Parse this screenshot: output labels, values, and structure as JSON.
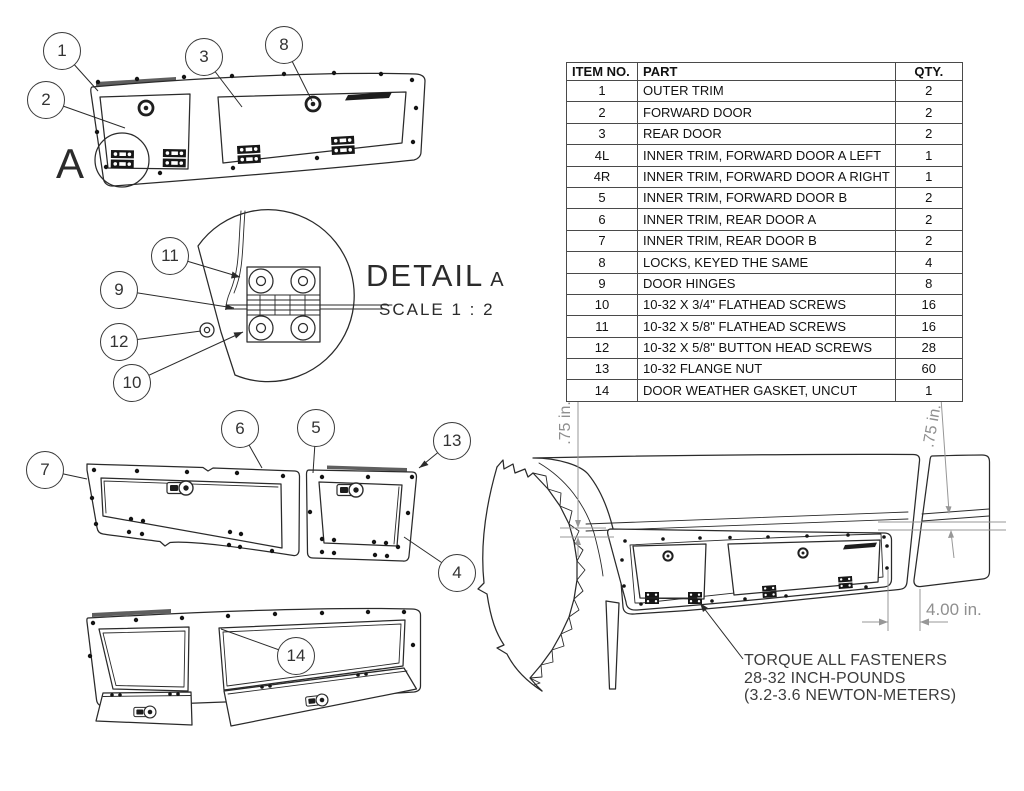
{
  "page": {
    "background": "#ffffff"
  },
  "drawing": {
    "section_label": "A",
    "detail_view": {
      "title": "DETAIL",
      "view_ref": "A",
      "scale_note": "SCALE 1 : 2"
    },
    "callouts": {
      "c1": "1",
      "c2": "2",
      "c3": "3",
      "c4": "4",
      "c5": "5",
      "c6": "6",
      "c7": "7",
      "c8": "8",
      "c9": "9",
      "c10": "10",
      "c11": "11",
      "c12": "12",
      "c13": "13",
      "c14": "14"
    },
    "dimensions": {
      "left_offset": ".75 in.",
      "right_offset": ".75 in.",
      "bottom_gap": "4.00 in."
    },
    "torque_note": [
      "TORQUE ALL FASTENERS",
      "28-32 INCH-POUNDS",
      "(3.2-3.6 NEWTON-METERS)"
    ],
    "colors": {
      "line": "#2a2a2a",
      "dimension": "#979797",
      "note_text": "#3c3c3c"
    }
  },
  "parts_table": {
    "headers": [
      "ITEM NO.",
      "PART",
      "QTY."
    ],
    "rows": [
      [
        "1",
        "OUTER TRIM",
        "2"
      ],
      [
        "2",
        "FORWARD DOOR",
        "2"
      ],
      [
        "3",
        "REAR DOOR",
        "2"
      ],
      [
        "4L",
        "INNER TRIM, FORWARD DOOR A LEFT",
        "1"
      ],
      [
        "4R",
        "INNER TRIM, FORWARD DOOR A RIGHT",
        "1"
      ],
      [
        "5",
        "INNER TRIM, FORWARD DOOR B",
        "2"
      ],
      [
        "6",
        "INNER TRIM, REAR DOOR A",
        "2"
      ],
      [
        "7",
        "INNER TRIM, REAR DOOR B",
        "2"
      ],
      [
        "8",
        "LOCKS, KEYED THE SAME",
        "4"
      ],
      [
        "9",
        "DOOR HINGES",
        "8"
      ],
      [
        "10",
        "10-32 X 3/4\" FLATHEAD SCREWS",
        "16"
      ],
      [
        "11",
        "10-32 X 5/8\" FLATHEAD SCREWS",
        "16"
      ],
      [
        "12",
        "10-32 X 5/8\" BUTTON HEAD SCREWS",
        "28"
      ],
      [
        "13",
        "10-32 FLANGE NUT",
        "60"
      ],
      [
        "14",
        "DOOR WEATHER GASKET, UNCUT",
        "1"
      ]
    ]
  }
}
